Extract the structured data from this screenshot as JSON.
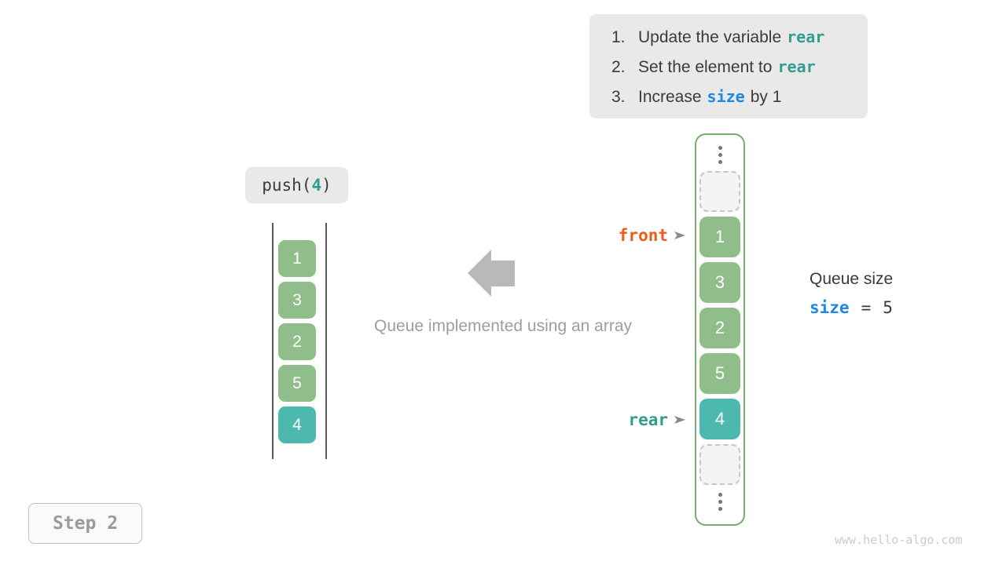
{
  "instructions": {
    "items": [
      {
        "number": "1.",
        "pre": "Update the variable",
        "code": "rear",
        "post": ""
      },
      {
        "number": "2.",
        "pre": "Set the element to",
        "code": "rear",
        "post": ""
      },
      {
        "number": "3.",
        "pre": "Increase",
        "code": "size",
        "post": "by 1"
      }
    ]
  },
  "push_label": {
    "prefix": "push(",
    "arg": "4",
    "suffix": ")"
  },
  "left_stack": {
    "values": [
      "1",
      "3",
      "2",
      "5",
      "4"
    ]
  },
  "caption": "Queue implemented using an array",
  "array_column": {
    "cells": [
      {
        "type": "ellipsis"
      },
      {
        "type": "empty"
      },
      {
        "type": "filled",
        "value": "1",
        "variant": "green"
      },
      {
        "type": "filled",
        "value": "3",
        "variant": "green"
      },
      {
        "type": "filled",
        "value": "2",
        "variant": "green"
      },
      {
        "type": "filled",
        "value": "5",
        "variant": "green"
      },
      {
        "type": "filled",
        "value": "4",
        "variant": "teal"
      },
      {
        "type": "empty"
      },
      {
        "type": "ellipsis"
      }
    ]
  },
  "pointers": {
    "front": "front",
    "rear": "rear"
  },
  "queue_size": {
    "label": "Queue size",
    "var": "size",
    "equals": "=",
    "value": "5"
  },
  "step_badge": "Step 2",
  "watermark": "www.hello-algo.com",
  "colors": {
    "teal_text": "#2f9e8f",
    "blue_text": "#1e88e5",
    "orange_text": "#ed5a1c",
    "green_cell": "#8fbe8a",
    "teal_cell": "#4db8ae",
    "column_border": "#74ad6c",
    "gray_box_bg": "#e9e9e9",
    "dark_text": "#3a3a3a",
    "caption_gray": "#9e9e9e",
    "arrow_gray": "#b9b9b9"
  }
}
